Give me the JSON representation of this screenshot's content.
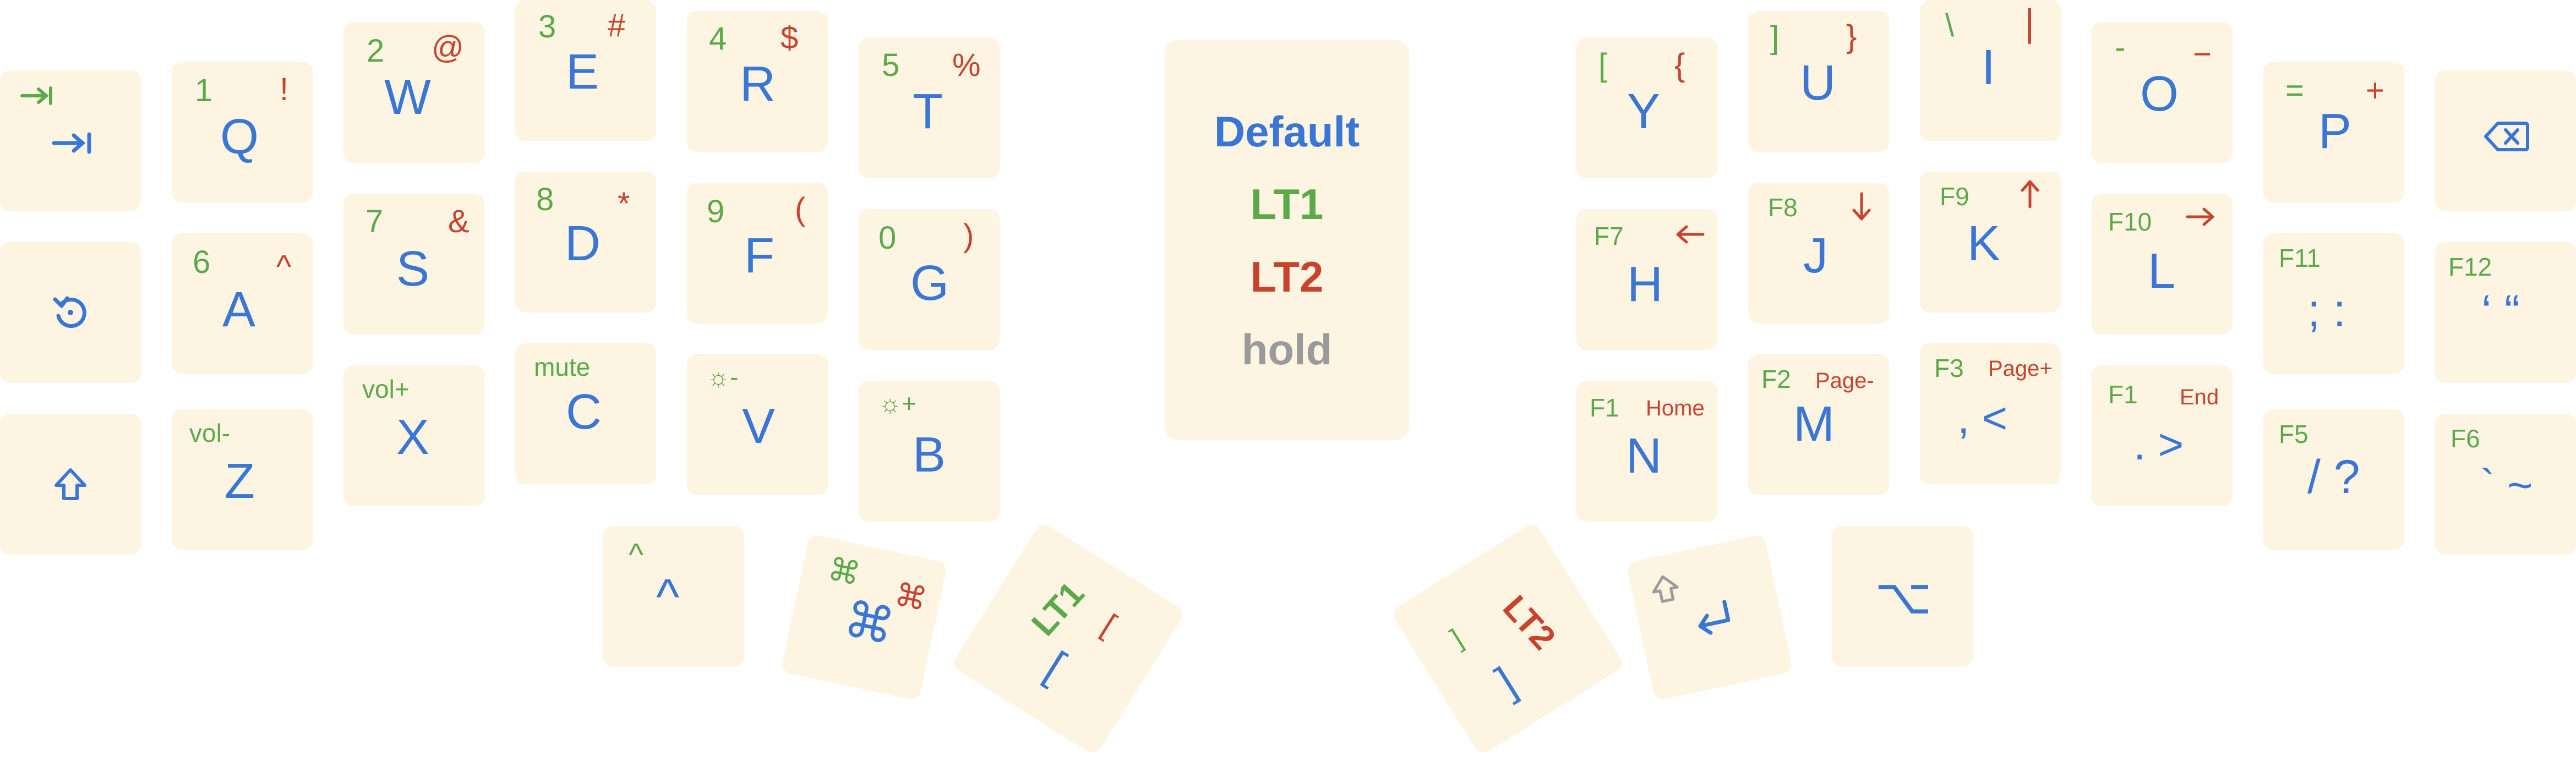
{
  "colors": {
    "key_bg": "#fdf4e2",
    "default": "#3a76d3",
    "lt1": "#5ca94b",
    "lt2": "#c8432e",
    "hold": "#9a9a9a"
  },
  "legend": {
    "default": "Default",
    "lt1": "LT1",
    "lt2": "LT2",
    "hold": "hold"
  },
  "keys": {
    "tab": {
      "hold_icon": "tab-arrow-icon",
      "main_icon": "tab-arrow-icon"
    },
    "q": {
      "main": "Q",
      "lt1": "1",
      "lt2": "!"
    },
    "w": {
      "main": "W",
      "lt1": "2",
      "lt2": "@"
    },
    "e": {
      "main": "E",
      "lt1": "3",
      "lt2": "#"
    },
    "r": {
      "main": "R",
      "lt1": "4",
      "lt2": "$"
    },
    "t": {
      "main": "T",
      "lt1": "5",
      "lt2": "%"
    },
    "y": {
      "main": "Y",
      "lt1": "[",
      "lt2": "{"
    },
    "u": {
      "main": "U",
      "lt1": "]",
      "lt2": "}"
    },
    "i": {
      "main": "I",
      "lt1": "\\",
      "lt2": "|"
    },
    "o": {
      "main": "O",
      "lt1": "-",
      "lt2": "−"
    },
    "p": {
      "main": "P",
      "lt1": "=",
      "lt2": "+"
    },
    "backspace": {
      "main_icon": "backspace-icon"
    },
    "undo": {
      "main_icon": "undo-icon"
    },
    "a": {
      "main": "A",
      "lt1": "6",
      "lt2": "^"
    },
    "s": {
      "main": "S",
      "lt1": "7",
      "lt2": "&"
    },
    "d": {
      "main": "D",
      "lt1": "8",
      "lt2": "*"
    },
    "f": {
      "main": "F",
      "lt1": "9",
      "lt2": "("
    },
    "g": {
      "main": "G",
      "lt1": "0",
      "lt2": ")"
    },
    "h": {
      "main": "H",
      "lt1": "F7",
      "lt2_icon": "arrow-left-icon"
    },
    "j": {
      "main": "J",
      "lt1": "F8",
      "lt2_icon": "arrow-down-icon"
    },
    "k": {
      "main": "K",
      "lt1": "F9",
      "lt2_icon": "arrow-up-icon"
    },
    "l": {
      "main": "L",
      "lt1": "F10",
      "lt2_icon": "arrow-right-icon"
    },
    "semicolon": {
      "main": "; :",
      "lt1": "F11"
    },
    "quote": {
      "main": "‘ “",
      "lt1": "F12"
    },
    "shift": {
      "main_icon": "shift-icon"
    },
    "z": {
      "main": "Z",
      "lt1": "vol-"
    },
    "x": {
      "main": "X",
      "lt1": "vol+"
    },
    "c": {
      "main": "C",
      "lt1": "mute"
    },
    "v": {
      "main": "V",
      "lt1": "☼-"
    },
    "b": {
      "main": "B",
      "lt1": "☼+"
    },
    "n": {
      "main": "N",
      "lt1": "F1",
      "lt2": "Home"
    },
    "m": {
      "main": "M",
      "lt1": "F2",
      "lt2": "Page-"
    },
    "comma": {
      "main": ", <",
      "lt1": "F3",
      "lt2": "Page+"
    },
    "period": {
      "main": ". >",
      "lt1": "F1",
      "lt2": "End"
    },
    "slash": {
      "main": "/ ?",
      "lt1": "F5"
    },
    "grave": {
      "main": "` ~",
      "lt1": "F6"
    },
    "ctrl": {
      "main": "^",
      "lt1": "^"
    },
    "cmd": {
      "main": "⌘",
      "lt1": "⌘",
      "lt2": "⌘"
    },
    "lt1_thumb": {
      "label": "LT1",
      "main": "[",
      "lt2": "["
    },
    "lt2_thumb": {
      "label": "LT2",
      "main": "]",
      "lt1": "]"
    },
    "enter": {
      "main_icon": "return-icon",
      "hold_icon": "shift-outline-icon"
    },
    "alt": {
      "main": "⌥"
    }
  }
}
